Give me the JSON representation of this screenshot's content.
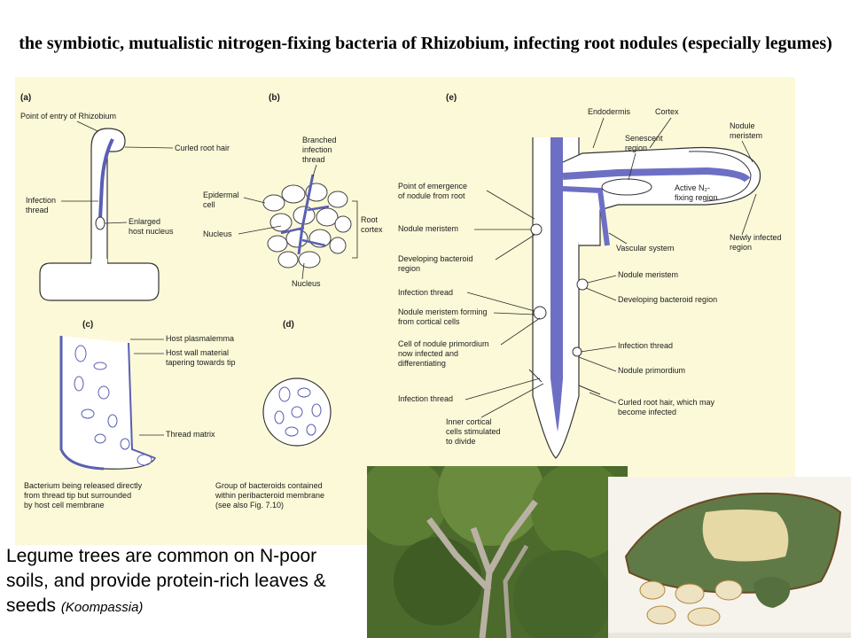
{
  "title": "the symbiotic, mutualistic nitrogen-fixing bacteria of Rhizobium, infecting root nodules (especially legumes)",
  "diagram": {
    "panels": {
      "a": "(a)",
      "b": "(b)",
      "c": "(c)",
      "d": "(d)",
      "e": "(e)"
    },
    "labels_a": {
      "entry": "Point of entry of Rhizobium",
      "curled": "Curled root hair",
      "infection1": "Infection",
      "infection2": "thread",
      "nucleus1": "Enlarged",
      "nucleus2": "host nucleus"
    },
    "labels_b": {
      "branched1": "Branched",
      "branched2": "infection",
      "branched3": "thread",
      "epidermal1": "Epidermal",
      "epidermal2": "cell",
      "nucleus": "Nucleus",
      "root1": "Root",
      "root2": "cortex",
      "nucleus_bottom": "Nucleus"
    },
    "labels_c": {
      "plasmalemma": "Host plasmalemma",
      "wall1": "Host wall material",
      "wall2": "tapering towards tip",
      "matrix": "Thread matrix",
      "caption1": "Bacterium being released directly",
      "caption2": "from thread tip but surrounded",
      "caption3": "by host cell membrane"
    },
    "labels_d": {
      "caption1": "Group of bacteroids contained",
      "caption2": "within peribacteroid membrane",
      "caption3": "(see also Fig. 7.10)"
    },
    "labels_e": {
      "endodermis": "Endodermis",
      "cortex": "Cortex",
      "nodule_meristem_top1": "Nodule",
      "nodule_meristem_top2": "meristem",
      "senescent1": "Senescent",
      "senescent2": "region",
      "emergence1": "Point of emergence",
      "emergence2": "of nodule from root",
      "active1": "Active N₂-",
      "active2": "fixing region",
      "nodule_meristem_left": "Nodule meristem",
      "vascular": "Vascular system",
      "newly1": "Newly infected",
      "newly2": "region",
      "developing_left1": "Developing bacteroid",
      "developing_left2": "region",
      "nodule_meristem_right": "Nodule meristem",
      "infection_left1": "Infection thread",
      "developing_right": "Developing bacteroid region",
      "forming1": "Nodule meristem forming",
      "forming2": "from cortical cells",
      "primordium1": "Cell of nodule primordium",
      "primordium2": "now infected and",
      "primordium3": "differentiating",
      "infection_right": "Infection thread",
      "nodule_primordium": "Nodule primordium",
      "infection_left2": "Infection thread",
      "curled1": "Curled root hair, which may",
      "curled2": "become infected",
      "inner1": "Inner cortical",
      "inner2": "cells stimulated",
      "inner3": "to divide"
    }
  },
  "caption": {
    "text": "Legume trees are common on N-poor soils, and provide protein-rich leaves & seeds",
    "citation": "(Koompassia)"
  },
  "colors": {
    "diagram_bg": "#fbf9d8",
    "thread_blue": "#5a5fb3",
    "vascular_blue": "#6d6fc4",
    "line": "#2a2a2a"
  }
}
